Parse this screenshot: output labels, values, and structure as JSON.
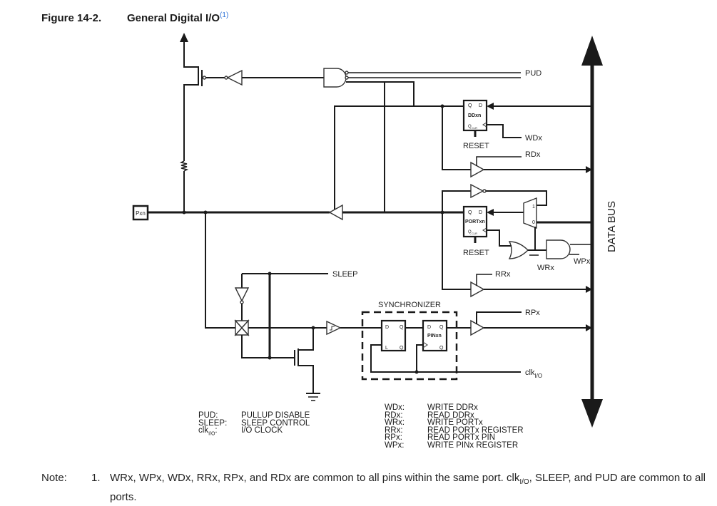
{
  "figure": {
    "number": "Figure 14-2.",
    "title": "General Digital I/O",
    "footnote_ref": "(1)"
  },
  "diagram": {
    "pin_label": "Pxn",
    "bus_label": "DATA BUS",
    "signals": {
      "pud": "PUD",
      "wdx": "WDx",
      "rdx": "RDx",
      "wrx": "WRx",
      "wpx": "WPx",
      "rrx": "RRx",
      "rpx": "RPx",
      "sleep": "SLEEP",
      "clk": "clk",
      "clk_sub": "I/O"
    },
    "blocks": {
      "ddxn": {
        "name": "DDxn",
        "q": "Q",
        "d": "D",
        "qbar": "Q",
        "clr": "CLR",
        "reset": "RESET"
      },
      "portxn": {
        "name": "PORTxn",
        "q": "Q",
        "d": "D",
        "qbar": "Q",
        "clr": "CLR",
        "reset": "RESET"
      },
      "sync1": {
        "d": "D",
        "q": "Q",
        "l": "L",
        "qbar": "Q"
      },
      "pinxn": {
        "name": "PINxn",
        "d": "D",
        "q": "Q",
        "qbar": "Q"
      },
      "synchronizer": "SYNCHRONIZER",
      "mux": {
        "in1": "1",
        "in0": "0"
      }
    }
  },
  "legend_left": [
    {
      "key": "PUD:",
      "value": "PULLUP DISABLE"
    },
    {
      "key": "SLEEP:",
      "value": "SLEEP CONTROL"
    },
    {
      "key": "clk",
      "key_sub": "I/O",
      "key_suffix": ":",
      "value": "I/O CLOCK"
    }
  ],
  "legend_right": [
    {
      "key": "WDx:",
      "value": "WRITE DDRx"
    },
    {
      "key": "RDx:",
      "value": "READ DDRx"
    },
    {
      "key": "WRx:",
      "value": "WRITE PORTx"
    },
    {
      "key": "RRx:",
      "value": "READ PORTx REGISTER"
    },
    {
      "key": "RPx:",
      "value": "READ PORTx PIN"
    },
    {
      "key": "WPx:",
      "value": "WRITE PINx REGISTER"
    }
  ],
  "note": {
    "label": "Note:",
    "number": "1.",
    "text_part1": "WRx, WPx, WDx, RRx, RPx, and RDx are common to all pins within the same port. clk",
    "text_sub": "I/O",
    "text_part2": ", SLEEP, and PUD are common to all ports."
  }
}
